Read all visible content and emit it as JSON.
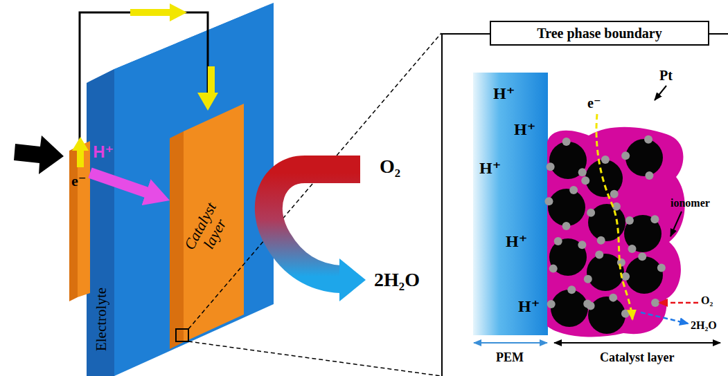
{
  "diagram": {
    "nodes": [
      {
        "text": [
          "e⁻"
        ]
      },
      {
        "text": [
          "Electrolyte"
        ]
      },
      {
        "text": [
          "Catalyst layer"
        ]
      },
      {
        "text": [
          "Tree phase boundary"
        ]
      }
    ],
    "edges": [
      {
        "from": 0,
        "to": 2,
        "arrow": "to"
      },
      {
        "from": 0,
        "to": 2,
        "label": "H⁺",
        "arrow": "to"
      }
    ],
    "labels": [
      "O₂",
      "2H₂O",
      "H⁺",
      "H⁺",
      "H⁺",
      "H⁺",
      "H⁺",
      "e⁻",
      "Pt",
      "ionomer",
      "O₂",
      "2H₂O",
      "PEM",
      "Catalyst layer"
    ]
  }
}
